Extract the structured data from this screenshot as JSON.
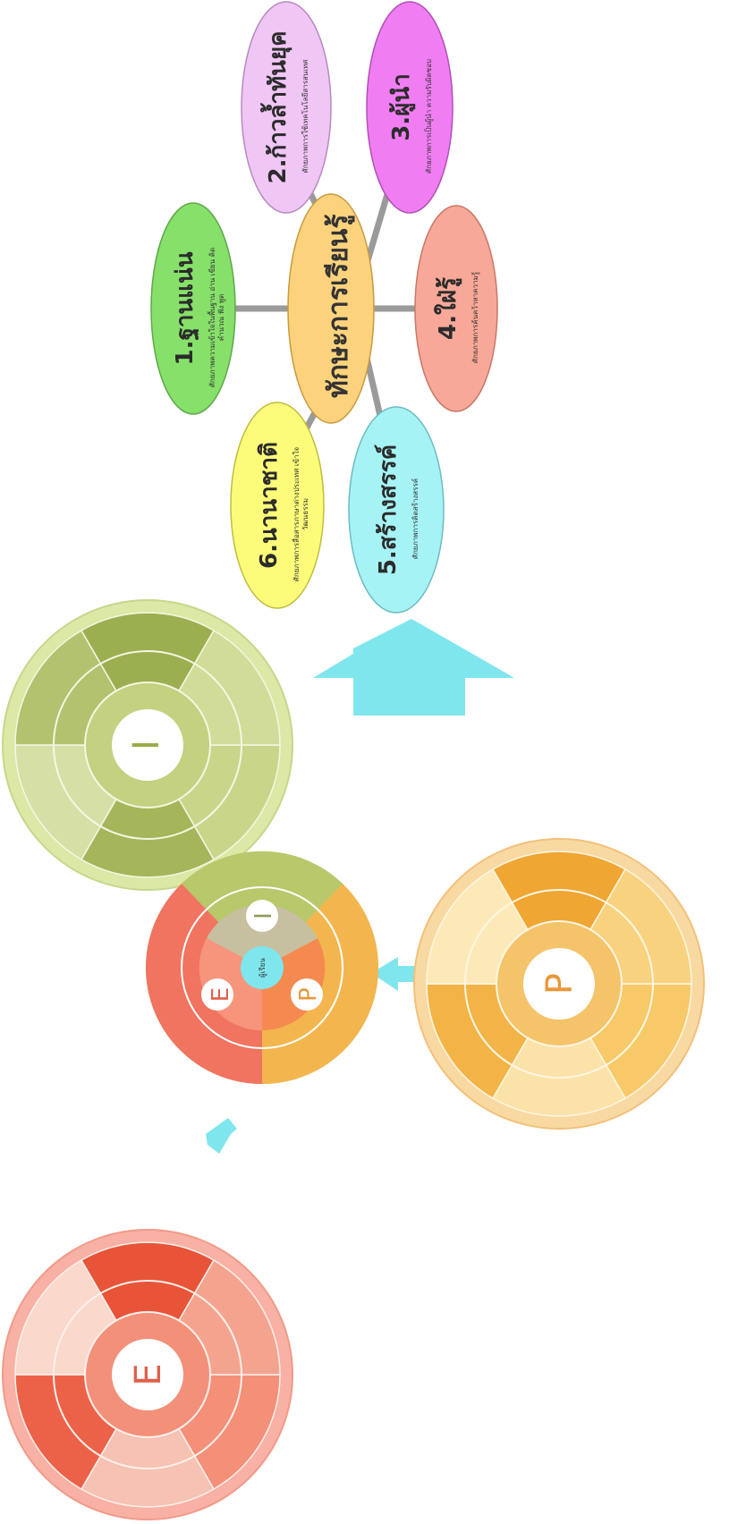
{
  "skills_center": {
    "label": "ทักษะการเรียนรู้"
  },
  "skills": [
    {
      "id": "s1",
      "title": "1.ฐานแน่น",
      "sub": "ศักยภาพความเข้าใจในพื้นฐาน อ่าน เขียน คิดคำนวณ ฟัง พูด"
    },
    {
      "id": "s2",
      "title": "2.ก้าวล้ำทันยุค",
      "sub": "ศักยภาพการใช้เทคโนโลยีสารสนเทศ"
    },
    {
      "id": "s3",
      "title": "3.ผู้นำ",
      "sub": "ศักยภาพการเป็นผู้นำ ความรับผิดชอบ"
    },
    {
      "id": "s4",
      "title": "4.ใฝ่รู้",
      "sub": "ศักยภาพการค้นคว้าหาความรู้"
    },
    {
      "id": "s5",
      "title": "5.สร้างสรรค์",
      "sub": "ศักยภาพการคิดสร้างสรรค์"
    },
    {
      "id": "s6",
      "title": "6.นานาชาติ",
      "sub": "ศักยภาพการสื่อสารภาษาต่างประเทศ เข้าใจวัฒนธรรม"
    }
  ],
  "wheels": {
    "main": {
      "letters": [
        "E",
        "I",
        "P"
      ],
      "center": "ผู้เรียน"
    },
    "i": {
      "letter": "I"
    },
    "p": {
      "letter": "P"
    },
    "e": {
      "letter": "E"
    }
  },
  "colors": {
    "s1": "#86e06a",
    "s2": "#f0c6f5",
    "s3": "#f07ef2",
    "s4": "#f8a898",
    "s5": "#a6f3f5",
    "s6": "#fdfc7a",
    "center": "#fcd27c",
    "arrow": "#7fe6ee",
    "i": "#b8c86a",
    "p": "#f3b64e",
    "e": "#f07460"
  }
}
